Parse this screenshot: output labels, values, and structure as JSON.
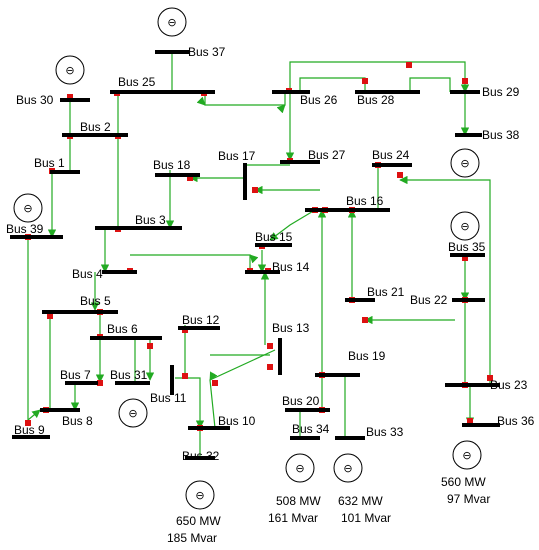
{
  "buses": [
    "Bus 37",
    "Bus 25",
    "Bus 26",
    "Bus 28",
    "Bus 29",
    "Bus 30",
    "Bus 2",
    "Bus 38",
    "Bus 1",
    "Bus 17",
    "Bus 27",
    "Bus 24",
    "Bus 18",
    "Bus 39",
    "Bus 3",
    "Bus 16",
    "Bus 15",
    "Bus 35",
    "Bus 4",
    "Bus 14",
    "Bus 21",
    "Bus 22",
    "Bus 5",
    "Bus 12",
    "Bus 13",
    "Bus 6",
    "Bus 19",
    "Bus 7",
    "Bus 31",
    "Bus 11",
    "Bus 23",
    "Bus 8",
    "Bus 20",
    "Bus 10",
    "Bus 36",
    "Bus 9",
    "Bus 34",
    "Bus 33",
    "Bus 32"
  ],
  "generation": [
    {
      "mw": "650 MW",
      "mvar": "185 Mvar"
    },
    {
      "mw": "508 MW",
      "mvar": "161 Mvar"
    },
    {
      "mw": "632 MW",
      "mvar": "101 Mvar"
    },
    {
      "mw": "560 MW",
      "mvar": "97 Mvar"
    }
  ]
}
